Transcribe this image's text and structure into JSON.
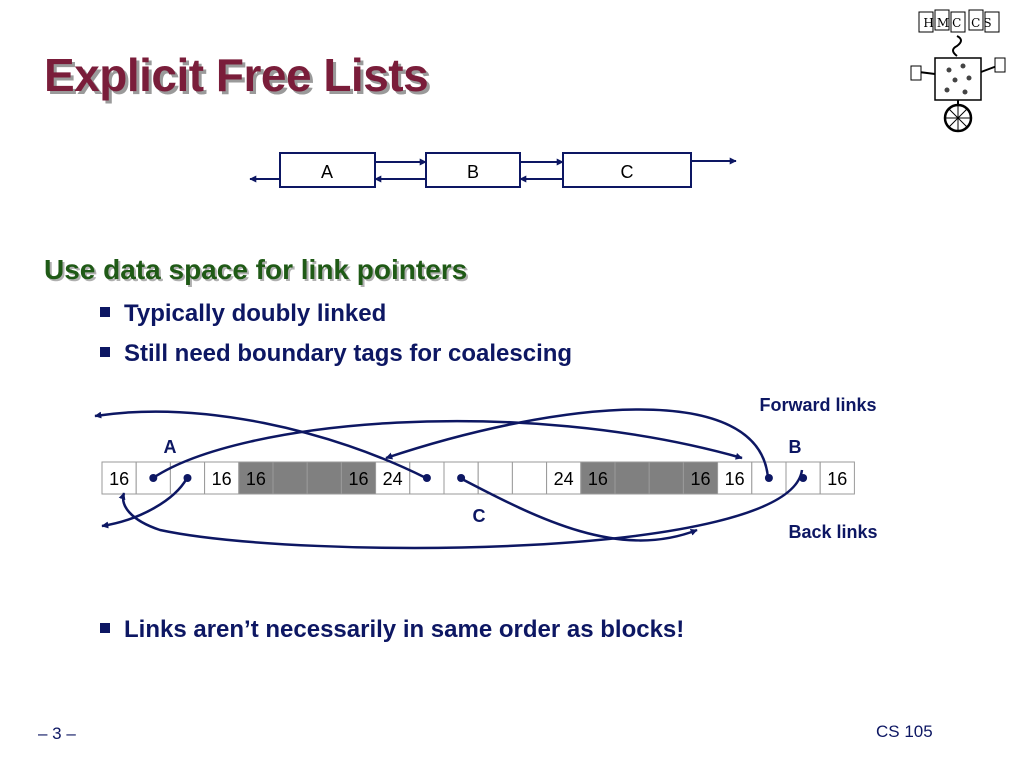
{
  "slide": {
    "title": "Explicit Free Lists",
    "heading": "Use data space for link pointers",
    "bullets": [
      "Typically doubly linked",
      "Still need boundary tags for coalescing",
      "Links aren’t necessarily in same order as blocks!"
    ],
    "page_number": "– 3 –",
    "course": "CS 105"
  },
  "logo": {
    "text": "HMC CS"
  },
  "list": {
    "nodes": [
      "A",
      "B",
      "C"
    ]
  },
  "heap": {
    "cells": [
      "16",
      "",
      "",
      "16",
      "16",
      "",
      "",
      "16",
      "24",
      "",
      "",
      "",
      "",
      "24",
      "16",
      "",
      "",
      "16",
      "16",
      "",
      "",
      "16"
    ],
    "shaded": [
      4,
      5,
      6,
      7,
      14,
      15,
      16,
      17
    ],
    "pointer_cells": [
      1,
      2,
      9,
      10,
      19,
      20
    ],
    "block_labels": {
      "a": "A",
      "b": "B",
      "c": "C"
    },
    "forward_label": "Forward links",
    "back_label": "Back links"
  },
  "colors": {
    "title": "#7a1d3a",
    "heading": "#1f5a16",
    "text": "#0d1763",
    "shade": "#808080"
  }
}
